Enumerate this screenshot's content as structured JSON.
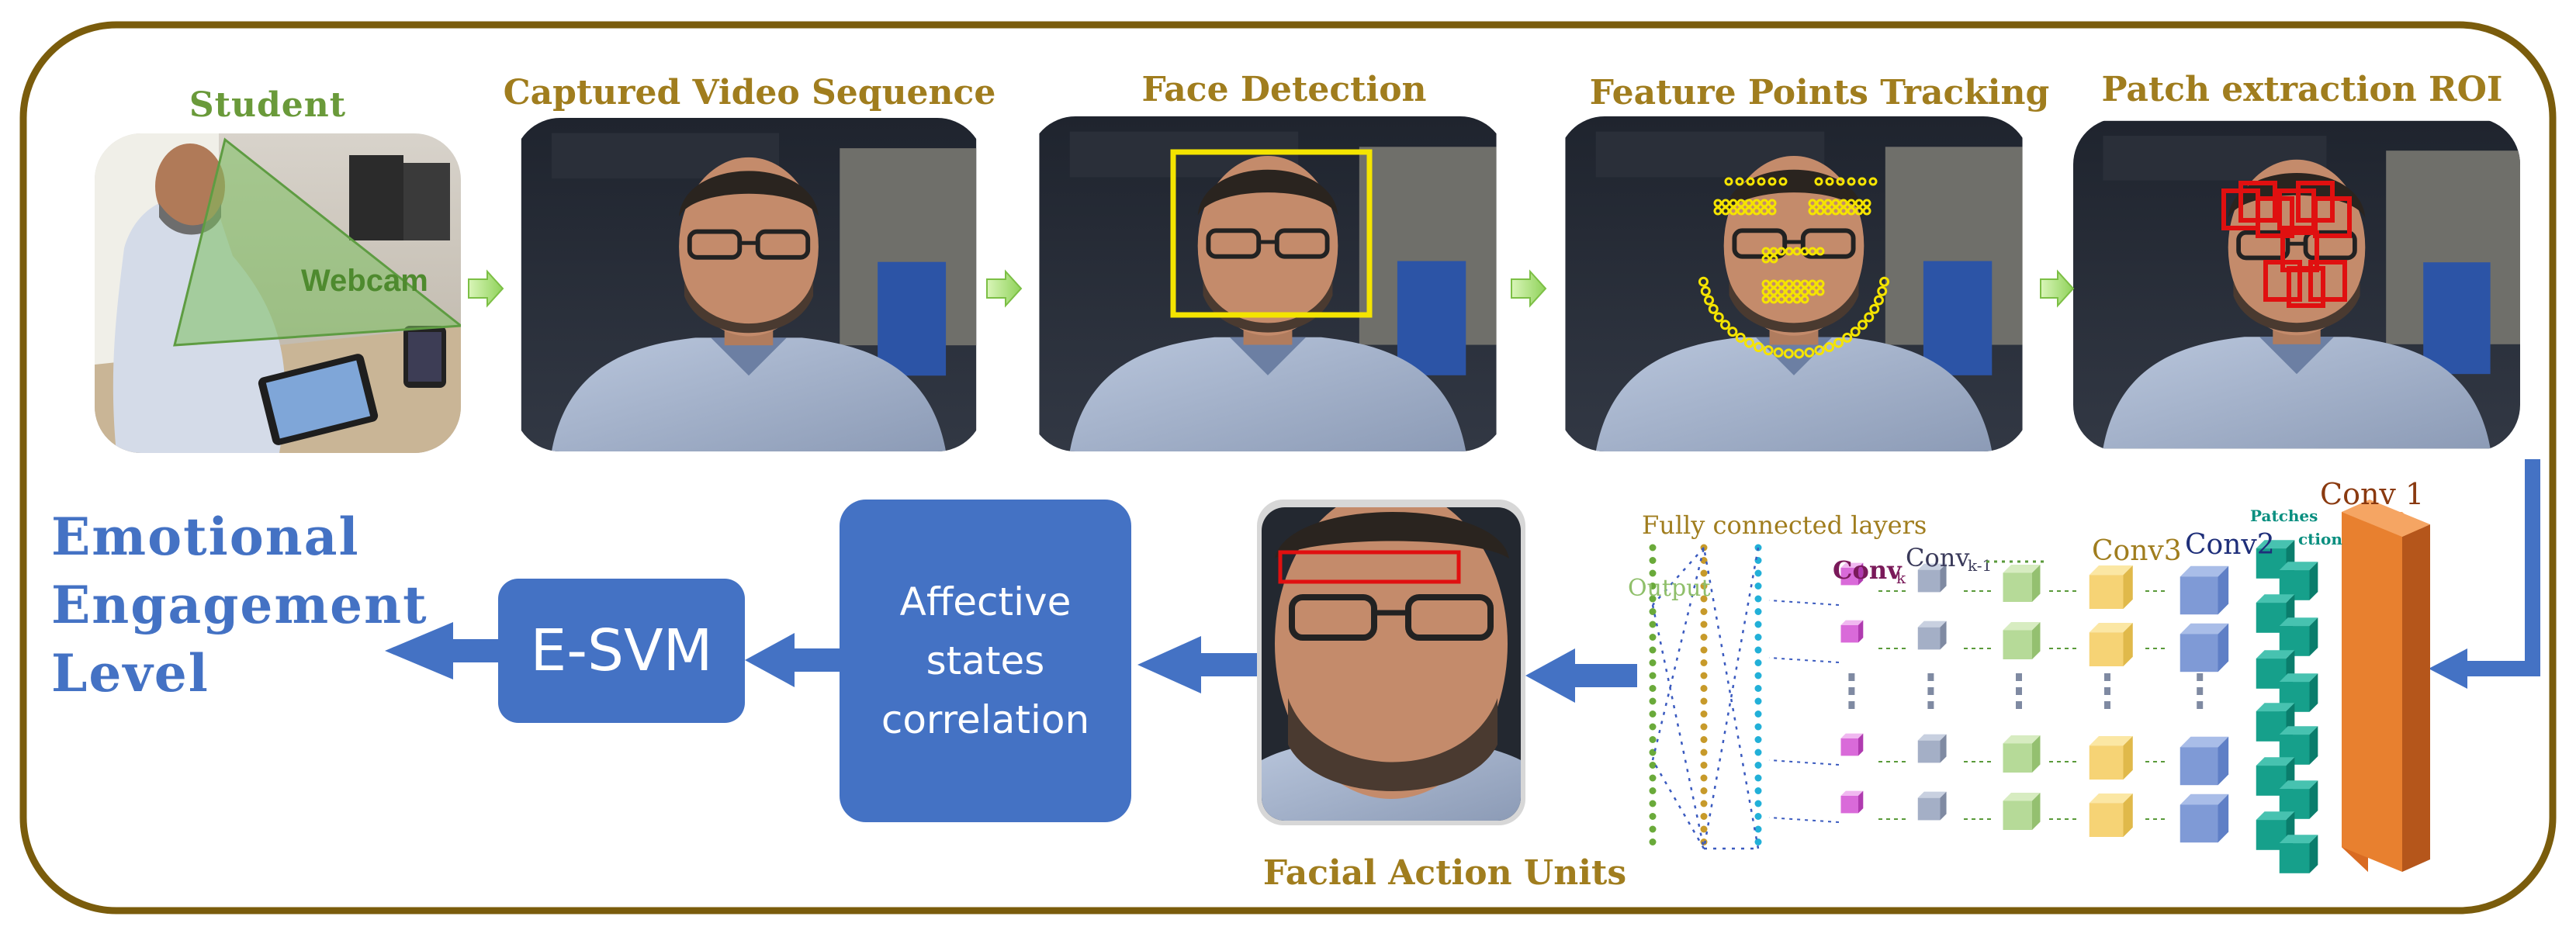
{
  "frame_color": "#7a5c0c",
  "label_color": "#a07d1e",
  "box_color": "#4472c4",
  "stages": {
    "student": "Student",
    "webcam": "Webcam",
    "captured": "Captured Video Sequence",
    "face_detection": "Face Detection",
    "feature_points": "Feature Points Tracking",
    "patch_extraction": "Patch extraction ROI"
  },
  "cnn": {
    "fully_connected": "Fully connected layers",
    "output": "Output",
    "conv_k": "Conv",
    "conv_k_sub": "k",
    "conv_k1_sub": "k-1",
    "conv3": "Conv3",
    "conv2": "Conv2",
    "conv1": "Conv 1",
    "patches": "Patches",
    "patches_sub": "ction"
  },
  "facial_action_units": "Facial Action Units",
  "affective": {
    "line1": "Affective",
    "line2": "states",
    "line3": "correlation"
  },
  "esvm": "E-SVM",
  "engagement": {
    "line1": "Emotional",
    "line2": "Engagement",
    "line3": "Level"
  }
}
